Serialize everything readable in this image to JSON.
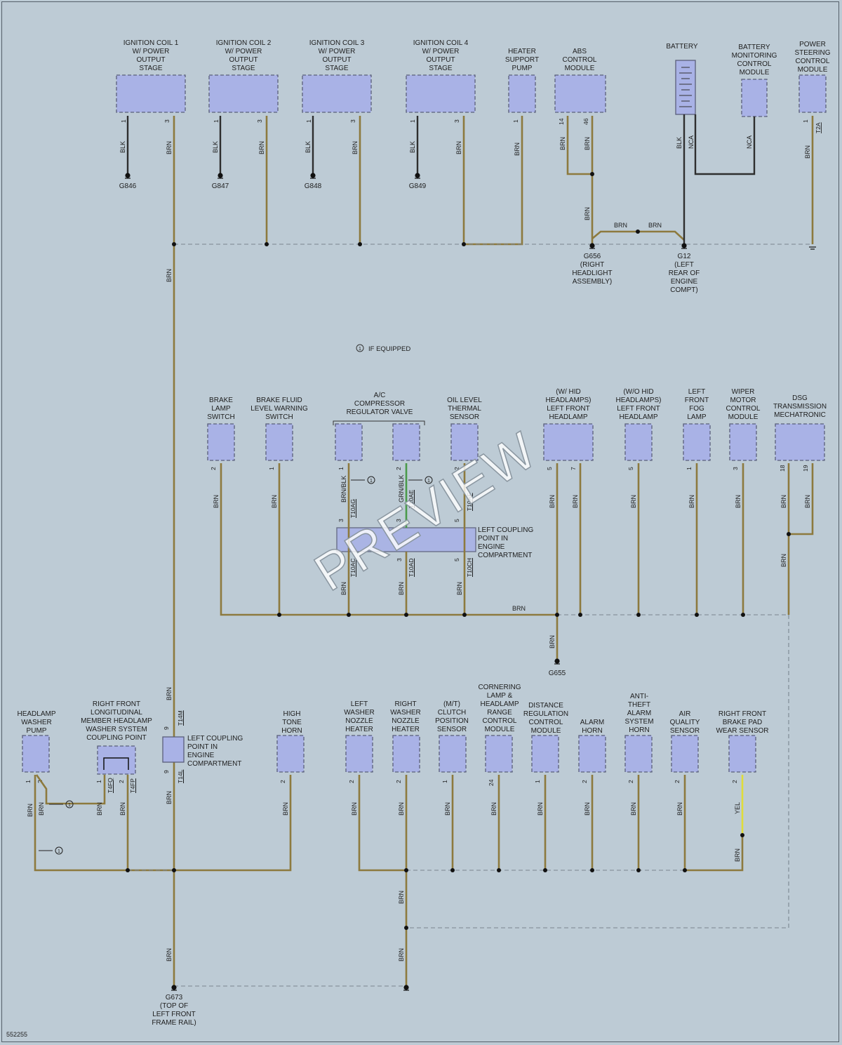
{
  "top_components": {
    "ign1": [
      "IGNITION COIL 1",
      "W/ POWER",
      "OUTPUT",
      "STAGE"
    ],
    "ign2": [
      "IGNITION COIL 2",
      "W/ POWER",
      "OUTPUT",
      "STAGE"
    ],
    "ign3": [
      "IGNITION COIL 3",
      "W/ POWER",
      "OUTPUT",
      "STAGE"
    ],
    "ign4": [
      "IGNITION COIL 4",
      "W/ POWER",
      "OUTPUT",
      "STAGE"
    ],
    "heater": [
      "HEATER",
      "SUPPORT",
      "PUMP"
    ],
    "abs": [
      "ABS",
      "CONTROL",
      "MODULE"
    ],
    "battery": [
      "BATTERY"
    ],
    "bmcm": [
      "BATTERY",
      "MONITORING",
      "CONTROL",
      "MODULE"
    ],
    "pscm": [
      "POWER",
      "STEERING",
      "CONTROL",
      "MODULE"
    ]
  },
  "mid_components": {
    "brake_lamp": [
      "BRAKE",
      "LAMP",
      "SWITCH"
    ],
    "brake_fluid": [
      "BRAKE FLUID",
      "LEVEL WARNING",
      "SWITCH"
    ],
    "ac": [
      "A/C",
      "COMPRESSOR",
      "REGULATOR VALVE"
    ],
    "oil": [
      "OIL LEVEL",
      "THERMAL",
      "SENSOR"
    ],
    "hid": [
      "(W/ HID",
      "HEADLAMPS)",
      "LEFT FRONT",
      "HEADLAMP"
    ],
    "wohid": [
      "(W/O HID",
      "HEADLAMPS)",
      "LEFT FRONT",
      "HEADLAMP"
    ],
    "fog": [
      "LEFT",
      "FRONT",
      "FOG",
      "LAMP"
    ],
    "wiper": [
      "WIPER",
      "MOTOR",
      "CONTROL",
      "MODULE"
    ],
    "dsg": [
      "DSG",
      "TRANSMISSION",
      "MECHATRONIC"
    ]
  },
  "bottom_components": {
    "hwp": [
      "HEADLAMP",
      "WASHER",
      "PUMP"
    ],
    "rflm": [
      "RIGHT FRONT",
      "LONGITUDINAL",
      "MEMBER HEADLAMP",
      "WASHER SYSTEM",
      "COUPLING POINT"
    ],
    "horn": [
      "HIGH",
      "TONE",
      "HORN"
    ],
    "lwnh": [
      "LEFT",
      "WASHER",
      "NOZZLE",
      "HEATER"
    ],
    "rwnh": [
      "RIGHT",
      "WASHER",
      "NOZZLE",
      "HEATER"
    ],
    "clutch": [
      "(M/T)",
      "CLUTCH",
      "POSITION",
      "SENSOR"
    ],
    "corner": [
      "CORNERING",
      "LAMP &",
      "HEADLAMP",
      "RANGE",
      "CONTROL",
      "MODULE"
    ],
    "dist": [
      "DISTANCE",
      "REGULATION",
      "CONTROL",
      "MODULE"
    ],
    "alarm": [
      "ALARM",
      "HORN"
    ],
    "antitheft": [
      "ANTI-",
      "THEFT",
      "ALARM",
      "SYSTEM",
      "HORN"
    ],
    "air": [
      "AIR",
      "QUALITY",
      "SENSOR"
    ],
    "brakepad": [
      "RIGHT FRONT",
      "BRAKE PAD",
      "WEAR SENSOR"
    ]
  },
  "coupling_labels": {
    "engine_mid": [
      "LEFT COUPLING",
      "POINT IN",
      "ENGINE",
      "COMPARTMENT"
    ],
    "engine_bottom": [
      "LEFT COUPLING",
      "POINT IN",
      "ENGINE",
      "COMPARTMENT"
    ]
  },
  "grounds": {
    "g846": [
      "G846"
    ],
    "g847": [
      "G847"
    ],
    "g848": [
      "G848"
    ],
    "g849": [
      "G849"
    ],
    "g656": [
      "G656",
      "(RIGHT",
      "HEADLIGHT",
      "ASSEMBLY)"
    ],
    "g12": [
      "G12",
      "(LEFT",
      "REAR OF",
      "ENGINE",
      "COMPT)"
    ],
    "g655": [
      "G655"
    ],
    "g673": [
      "G673",
      "(TOP OF",
      "LEFT FRONT",
      "FRAME RAIL)"
    ]
  },
  "legend": {
    "symbol": "1",
    "text": "IF EQUIPPED"
  },
  "wire_colors": {
    "BRN": "BRN",
    "BLK": "BLK",
    "NCA": "NCA",
    "BRN_BLK": "BRN/BLK",
    "GRN_BLK": "GRN/BLK",
    "YEL": "YEL"
  },
  "connectors": {
    "t2a": "T2A",
    "t10ag": "T10AG",
    "t10ae": "T10AE",
    "t10ad": "T10AD",
    "t10ac": "T10AC",
    "t10af": "T10AF",
    "t10ch": "T10CH",
    "t14m": "T14M",
    "t14l": "T14L",
    "t4fq": "T4FQ",
    "t4fp": "T4FP"
  },
  "watermark": "PREVIEW",
  "figure_number": "552255",
  "colors": {
    "component_fill": "#a9b2e6",
    "wire_brown": "#8d7a3e",
    "wire_green": "#4a9a4a",
    "wire_yellow": "#e0dc3a",
    "background": "#bdcbd5"
  }
}
